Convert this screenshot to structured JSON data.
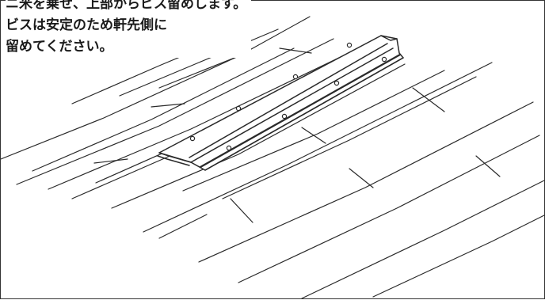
{
  "instruction": {
    "lines": [
      "ニ米を乗せ、上部からビス留めします。",
      "ビスは安定のため軒先側に",
      "留めてください。"
    ]
  },
  "colors": {
    "line": "#2a2a2a",
    "background": "#ffffff",
    "frame": "#333333"
  },
  "drawing": {
    "subject": "roof ridge cap installation",
    "screw_count": 8
  }
}
